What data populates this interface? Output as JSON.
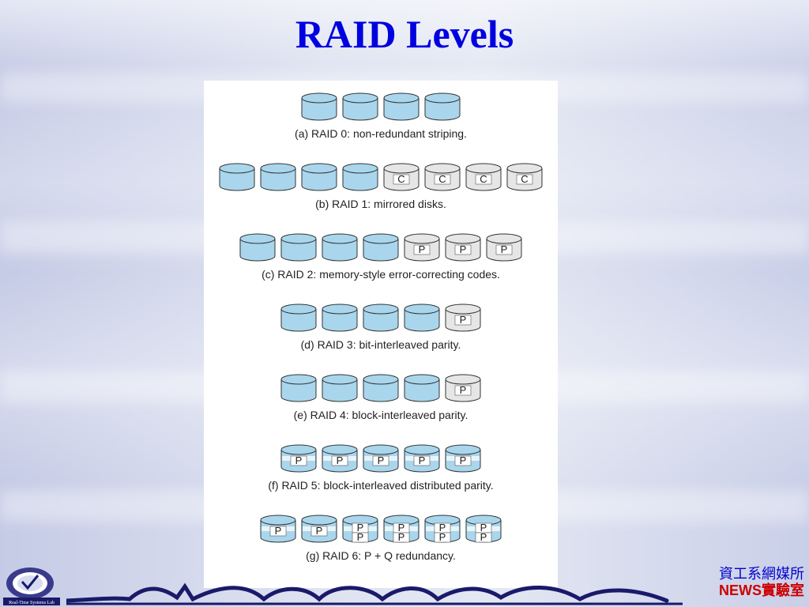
{
  "slide": {
    "title": "RAID Levels"
  },
  "figure": {
    "rows": [
      {
        "caption": "(a) RAID 0: non-redundant striping.",
        "disks": [
          "",
          "",
          "",
          ""
        ]
      },
      {
        "caption": "(b) RAID 1: mirrored disks.",
        "disks": [
          "",
          "",
          "",
          "",
          "C",
          "C",
          "C",
          "C"
        ]
      },
      {
        "caption": "(c) RAID 2: memory-style error-correcting codes.",
        "disks": [
          "",
          "",
          "",
          "",
          "P",
          "P",
          "P"
        ]
      },
      {
        "caption": "(d) RAID 3: bit-interleaved parity.",
        "disks": [
          "",
          "",
          "",
          "",
          "P"
        ]
      },
      {
        "caption": "(e) RAID 4: block-interleaved parity.",
        "disks": [
          "",
          "",
          "",
          "",
          "P"
        ]
      },
      {
        "caption": "(f) RAID 5: block-interleaved distributed parity.",
        "disks": [
          "P",
          "P",
          "P",
          "P",
          "P"
        ]
      },
      {
        "caption": "(g) RAID 6: P + Q redundancy.",
        "disks": [
          "P",
          "P",
          "PP",
          "PP",
          "PP",
          "PP"
        ]
      }
    ]
  },
  "logo": {
    "text": "Real-Time Systems Lab"
  },
  "footer": {
    "dept_line1": "資工系網媒所",
    "dept_line2": "NEWS實驗室"
  },
  "colors": {
    "title": "#0000e0",
    "disk_blue": "#a9d6ec",
    "disk_gray": "#e6e6e6"
  }
}
